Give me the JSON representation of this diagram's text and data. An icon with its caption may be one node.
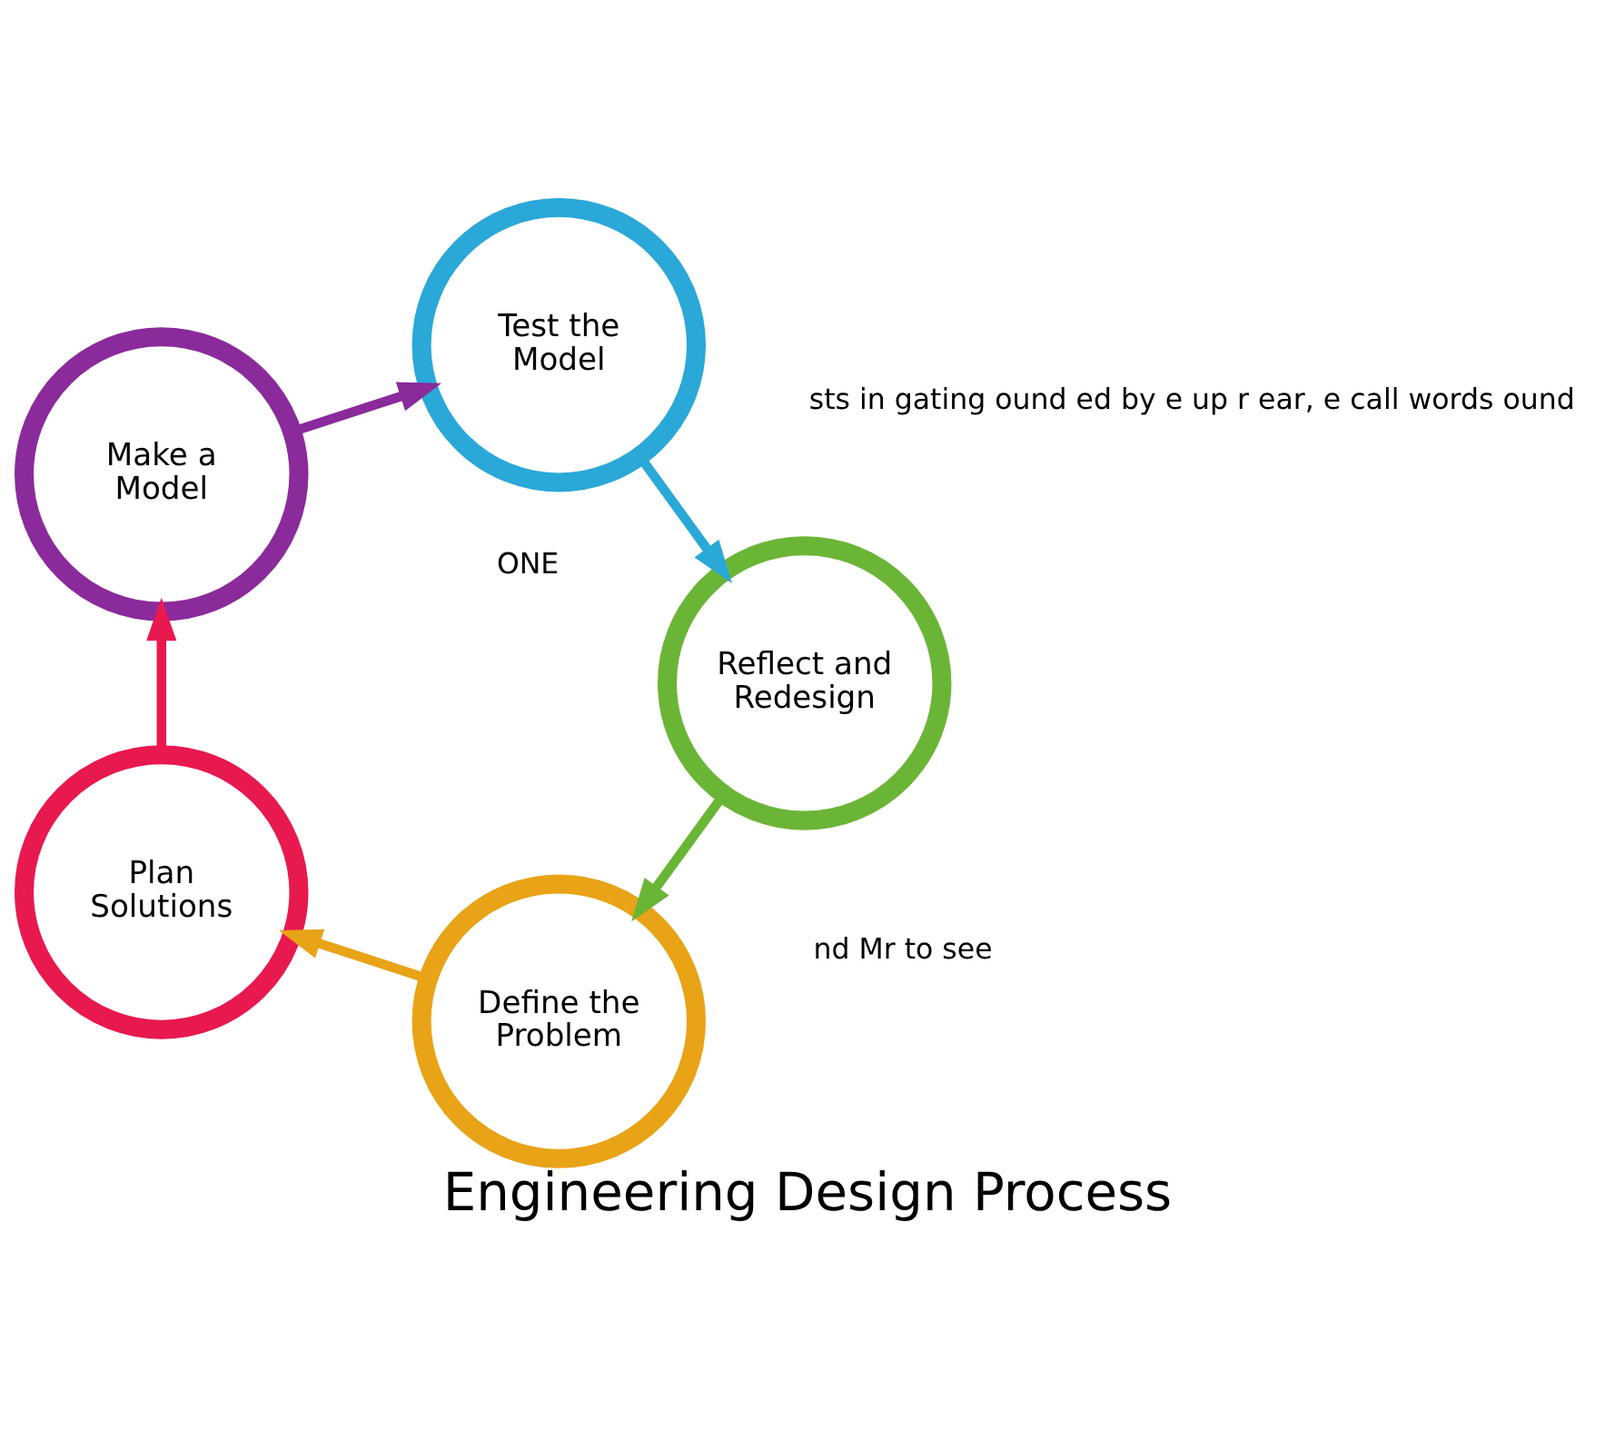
{
  "diagram": {
    "title": "Engineering Design Process",
    "nodes": [
      {
        "text": [
          "Define the Problem"
        ]
      },
      {
        "text": [
          "Plan Solutions"
        ]
      },
      {
        "text": [
          "Make a Model"
        ]
      },
      {
        "text": [
          "Test the Model"
        ]
      },
      {
        "text": [
          "Reflect and Redesign"
        ]
      }
    ],
    "edges": [
      {
        "from": 0,
        "to": 1,
        "arrow": "to",
        "color": "#e8a317"
      },
      {
        "from": 1,
        "to": 2,
        "arrow": "to",
        "color": "#e8194f"
      },
      {
        "from": 2,
        "to": 3,
        "arrow": "to",
        "color": "#8b2a9b"
      },
      {
        "from": 3,
        "to": 4,
        "arrow": "to",
        "color": "#2aa8d8"
      },
      {
        "from": 4,
        "to": 0,
        "arrow": "to",
        "color": "#6ab536"
      }
    ],
    "labels": [
      "ONE",
      "sts in gating ound ed by e up r ear, e call words ound",
      "nd Mr to see"
    ]
  }
}
